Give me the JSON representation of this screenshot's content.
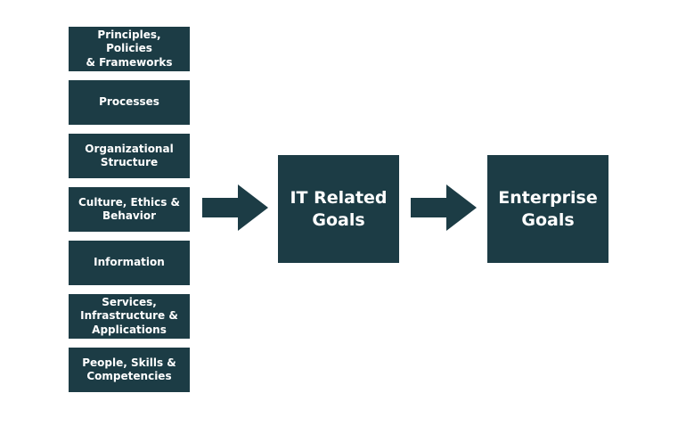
{
  "enablers": [
    "Principles, Policies\n& Frameworks",
    "Processes",
    "Organizational\nStructure",
    "Culture, Ethics &\nBehavior",
    "Information",
    "Services,\nInfrastructure &\nApplications",
    "People, Skills &\nCompetencies"
  ],
  "goals": {
    "it_related": "IT Related\nGoals",
    "enterprise": "Enterprise\nGoals"
  },
  "colors": {
    "box_fill": "#1c3c45",
    "text": "#ffffff",
    "background": "#ffffff"
  }
}
